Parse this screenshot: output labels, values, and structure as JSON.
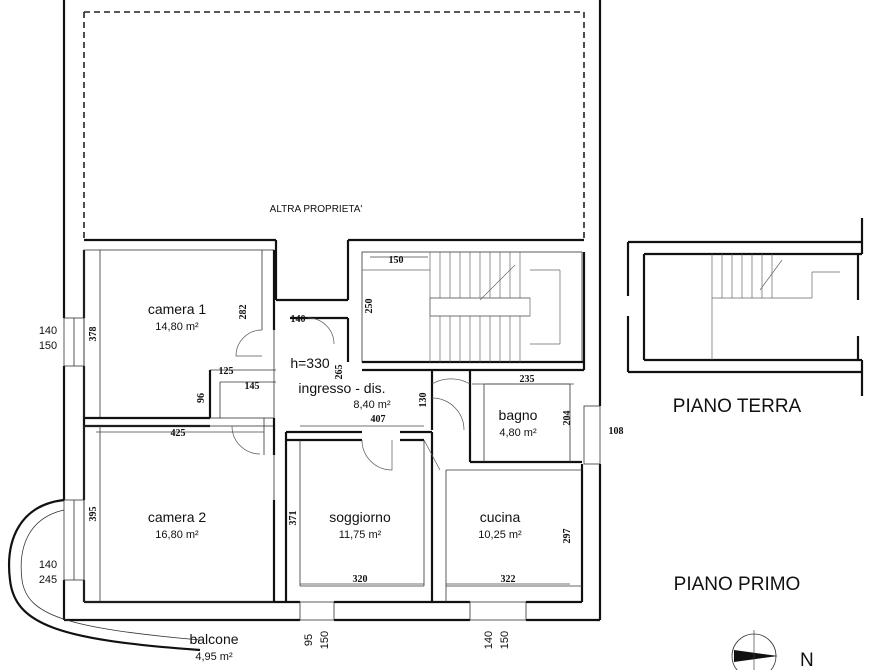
{
  "labels": {
    "other_property": "ALTRA PROPRIETA'",
    "ground_floor": "PIANO TERRA",
    "first_floor": "PIANO PRIMO",
    "north": "N",
    "ceiling_height": "h=330"
  },
  "rooms": {
    "camera1": {
      "name": "camera 1",
      "area": "14,80 m²"
    },
    "camera2": {
      "name": "camera 2",
      "area": "16,80 m²"
    },
    "ingresso": {
      "name": "ingresso - dis.",
      "area": "8,40 m²"
    },
    "bagno": {
      "name": "bagno",
      "area": "4,80 m²"
    },
    "soggiorno": {
      "name": "soggiorno",
      "area": "11,75 m²"
    },
    "cucina": {
      "name": "cucina",
      "area": "10,25 m²"
    },
    "balcone": {
      "name": "balcone",
      "area": "4,95 m²"
    }
  },
  "dimensions": {
    "d150_stair": "150",
    "d250": "250",
    "d140_landing": "140",
    "d265": "265",
    "d282": "282",
    "d378": "378",
    "d125": "125",
    "d145": "145",
    "d96": "96",
    "d130": "130",
    "d407": "407",
    "d235": "235",
    "d204": "204",
    "d108": "108",
    "d425": "425",
    "d395": "395",
    "d371": "371",
    "d297": "297",
    "d320": "320",
    "d322": "322",
    "win1_w": "140",
    "win1_h": "150",
    "win2_w": "140",
    "win2_h": "245",
    "win3_w": "95",
    "win3_h": "150",
    "win4_w": "140",
    "win4_h": "150"
  }
}
